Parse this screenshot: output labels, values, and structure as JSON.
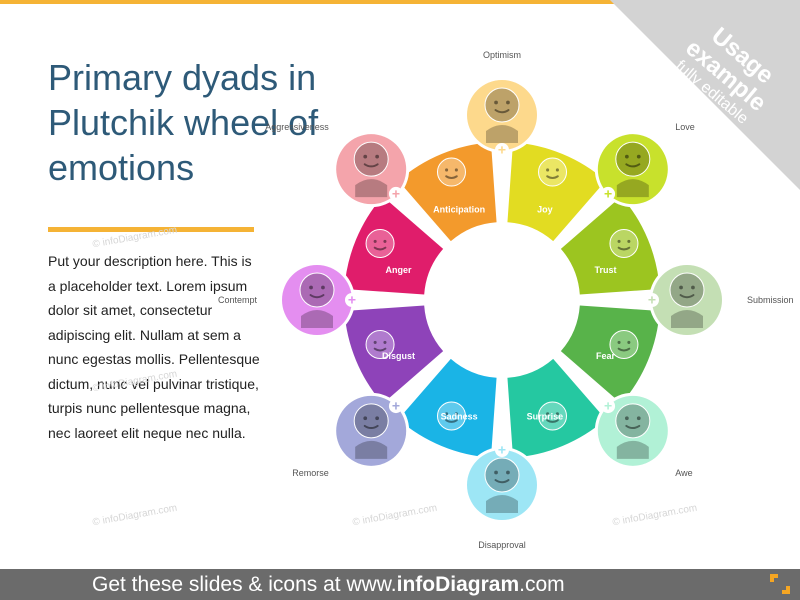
{
  "title": "Primary dyads in Plutchik wheel of emotions",
  "description": "Put your description here. This is a placeholder text. Lorem ipsum dolor sit amet, consectetur adipiscing elit. Nullam at sem a nunc egestas mollis. Pellentesque dictum, nunc vel pulvinar tristique, turpis nunc pellentesque magna, nec laoreet elit neque nec nulla.",
  "badge": {
    "line1": "Usage",
    "line2": "example",
    "line3": "fully editable"
  },
  "watermark": "© infoDiagram.com",
  "primary_emotions": [
    {
      "label": "Joy",
      "color": "#e2dc22"
    },
    {
      "label": "Trust",
      "color": "#9cc520"
    },
    {
      "label": "Fear",
      "color": "#58b34a"
    },
    {
      "label": "Surprise",
      "color": "#25c8a1"
    },
    {
      "label": "Sadness",
      "color": "#1ab4e6"
    },
    {
      "label": "Disgust",
      "color": "#8e43b9"
    },
    {
      "label": "Anger",
      "color": "#e01d6b"
    },
    {
      "label": "Anticipation",
      "color": "#f39a2c"
    }
  ],
  "dyads": [
    {
      "label": "Love",
      "color": "#c8e12c"
    },
    {
      "label": "Submission",
      "color": "#c4dfb4"
    },
    {
      "label": "Awe",
      "color": "#b1f1d6"
    },
    {
      "label": "Disapproval",
      "color": "#9de6f5"
    },
    {
      "label": "Remorse",
      "color": "#a3a8da"
    },
    {
      "label": "Contempt",
      "color": "#e48ef0"
    },
    {
      "label": "Aggressiveness",
      "color": "#f4a4ab"
    },
    {
      "label": "Optimism",
      "color": "#fdd98c"
    }
  ],
  "plus_sign": "+",
  "footer": {
    "prefix": "Get these slides & icons at www.",
    "brand": "infoDiagram",
    "suffix": ".com"
  }
}
